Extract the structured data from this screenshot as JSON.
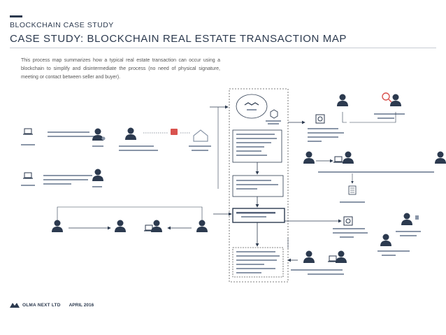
{
  "header": {
    "kicker": "BLOCKCHAIN CASE STUDY",
    "title": "CASE STUDY: BLOCKCHAIN REAL ESTATE TRANSACTION MAP"
  },
  "intro": "This process map summarizes how a typical real estate transaction can occur using a blockchain to simplify and disintermediate the process (no need of physical signature, meeting or contact between seller and buyer).",
  "footer": {
    "company": "OLMA NEXT LTD",
    "date": "APRIL 2016"
  },
  "colors": {
    "navy": "#2c3a4f",
    "red": "#d9534f",
    "line": "#2c3a4f",
    "dashed": "#555555"
  }
}
